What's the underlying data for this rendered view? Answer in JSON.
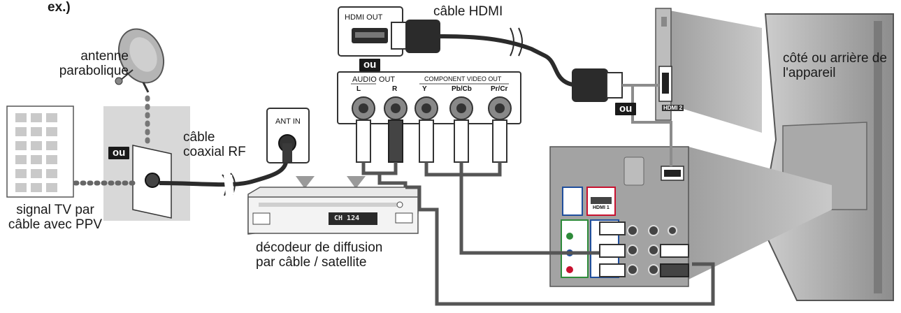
{
  "labels": {
    "corner_fragment": "ex.)",
    "dish": "antenne\nparabolique",
    "cable_signal": "signal TV par\ncâble avec PPV",
    "coax": "câble\ncoaxial RF",
    "ant_in": "ANT IN",
    "decoder": "décodeur de diffusion\npar câble / satellite",
    "hdmi_out": "HDMI OUT",
    "hdmi_cable": "câble HDMI",
    "audio_out": "AUDIO OUT",
    "component_out": "COMPONENT VIDEO OUT",
    "jack_l": "L",
    "jack_r": "R",
    "jack_y": "Y",
    "jack_pb": "Pb/Cb",
    "jack_pr": "Pr/Cr",
    "tv_side": "côté ou arrière de\nl'appareil",
    "ou": "ou",
    "hdmi2": "HDMI 2",
    "hdmi1": "HDMI 1",
    "decoder_display": "CH 124"
  },
  "colors": {
    "cable": "#2b2b2b",
    "panel_grey": "#9a9a9a",
    "wall_grey": "#d8d8d8",
    "red": "#c8102e",
    "blue": "#1f4e9c",
    "green": "#2e8b3a"
  }
}
